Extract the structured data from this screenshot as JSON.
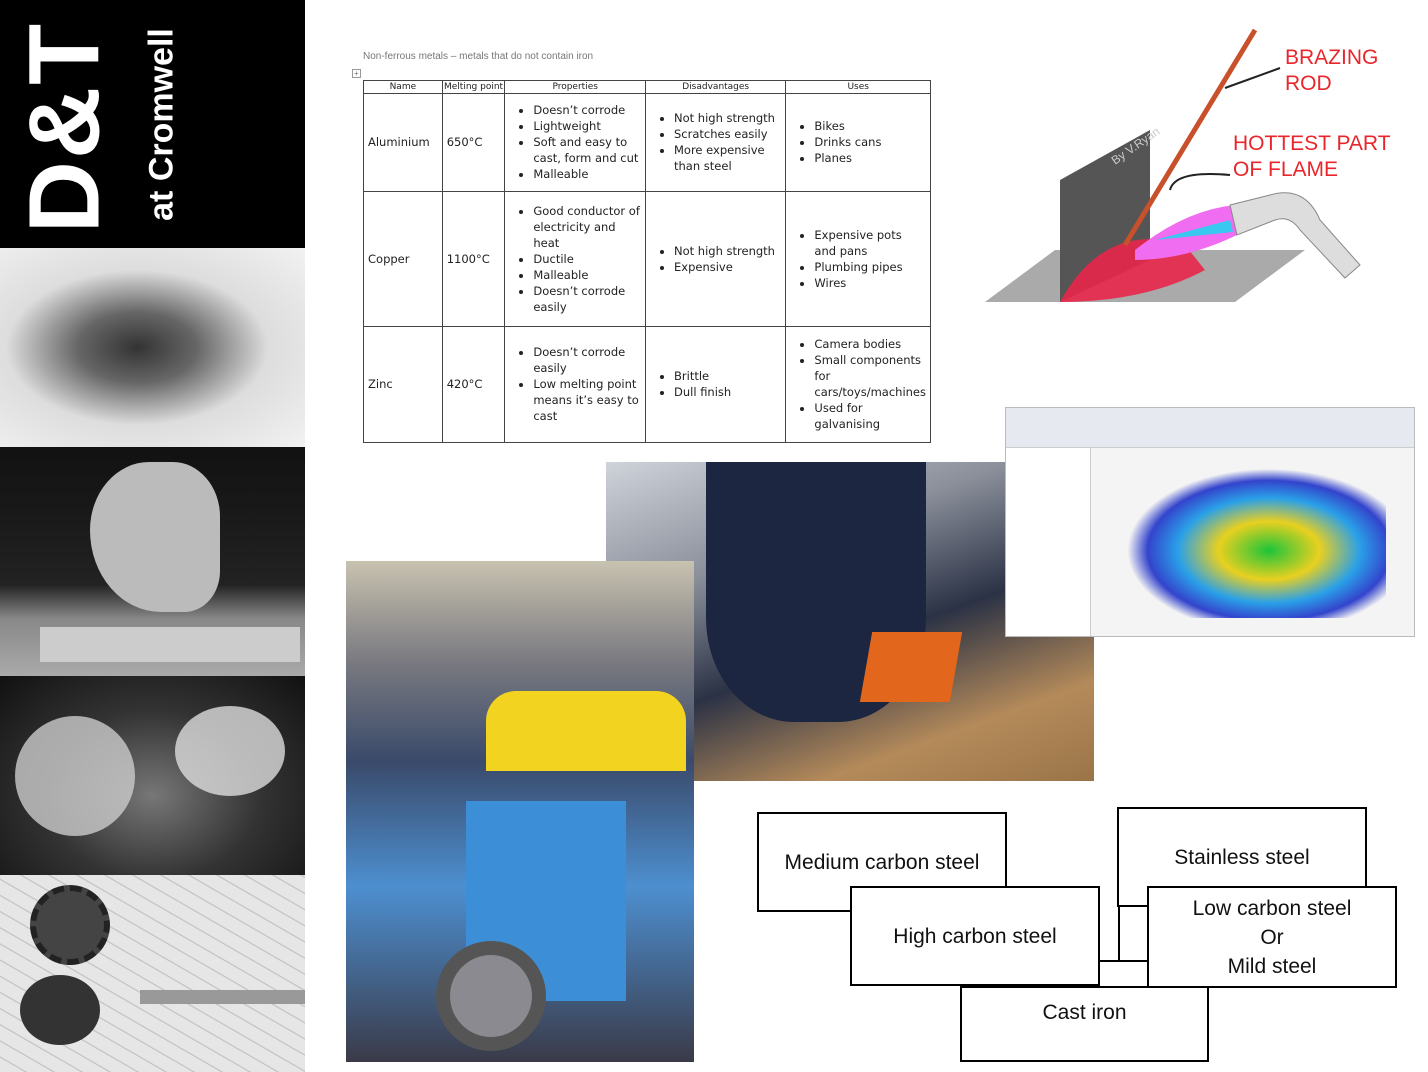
{
  "brand": {
    "title": "D&T",
    "subtitle": "at Cromwell"
  },
  "table": {
    "caption": "Non-ferrous metals – metals that do not contain iron",
    "headers": [
      "Name",
      "Melting point",
      "Properties",
      "Disadvantages",
      "Uses"
    ],
    "rows": [
      {
        "name": "Aluminium",
        "melting": "650°C",
        "properties": [
          "Doesn’t corrode",
          "Lightweight",
          "Soft and easy to cast, form and cut",
          "Malleable"
        ],
        "disadvantages": [
          "Not high strength",
          "Scratches easily",
          "More expensive than steel"
        ],
        "uses": [
          "Bikes",
          "Drinks cans",
          "Planes"
        ]
      },
      {
        "name": "Copper",
        "melting": "1100°C",
        "properties": [
          "Good conductor of electricity and heat",
          "Ductile",
          "Malleable",
          "Doesn’t corrode easily"
        ],
        "disadvantages": [
          "Not high strength",
          "Expensive"
        ],
        "uses": [
          "Expensive pots and pans",
          "Plumbing pipes",
          "Wires"
        ]
      },
      {
        "name": "Zinc",
        "melting": "420°C",
        "properties": [
          "Doesn’t corrode easily",
          "Low melting point means it’s easy to cast"
        ],
        "disadvantages": [
          "Brittle",
          "Dull finish"
        ],
        "uses": [
          "Camera bodies",
          "Small components for cars/toys/machines",
          "Used for galvanising"
        ]
      }
    ]
  },
  "diagram": {
    "label_rod": "BRAZING ROD",
    "label_flame": "HOTTEST PART OF FLAME",
    "credit": "By V.Ryan",
    "label_color": "#e8262b"
  },
  "steels": {
    "medium": "Medium carbon steel",
    "high": "High carbon steel",
    "cast": "Cast iron",
    "stainless": "Stainless steel",
    "low1": "Low carbon steel",
    "low2": "Or",
    "low3": "Mild steel"
  }
}
